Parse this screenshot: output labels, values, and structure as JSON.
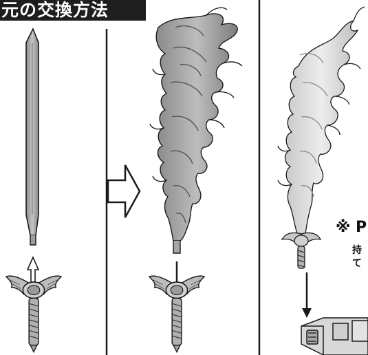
{
  "header": {
    "title": "元の交換方法"
  },
  "note": {
    "mark": "※ P",
    "line2": "持",
    "line3": "て"
  },
  "colors": {
    "band": "#1e1e1e",
    "ink": "#1a1a1a",
    "blade": "#a8a8a8",
    "flame_dark": "#9a9a9a",
    "flame_light": "#d6d6d6"
  }
}
